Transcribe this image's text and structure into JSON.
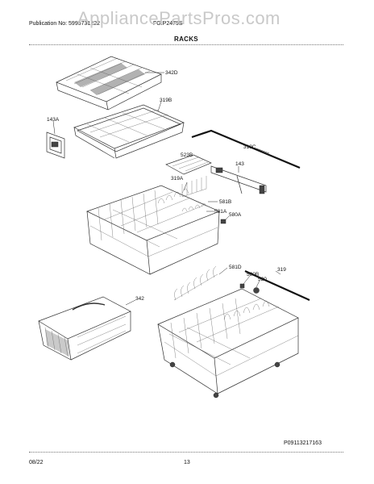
{
  "header": {
    "publication": "Publication No: 5995731222",
    "model": "FGIP2479S",
    "section_title": "RACKS"
  },
  "watermark": "AppliancePartsPros.com",
  "callouts": {
    "c342D": "342D",
    "c319B": "319B",
    "c143A": "143A",
    "c523B": "523B",
    "c319C": "319C",
    "c143": "143",
    "c319A": "319A",
    "c581B": "581B",
    "c581A": "581A",
    "c580A": "580A",
    "c581D": "581D",
    "c580B": "580B",
    "c520": "520",
    "c319": "319",
    "c342": "342"
  },
  "footer": {
    "diagram_id": "P09113217163",
    "date": "08/22",
    "page": "13"
  }
}
